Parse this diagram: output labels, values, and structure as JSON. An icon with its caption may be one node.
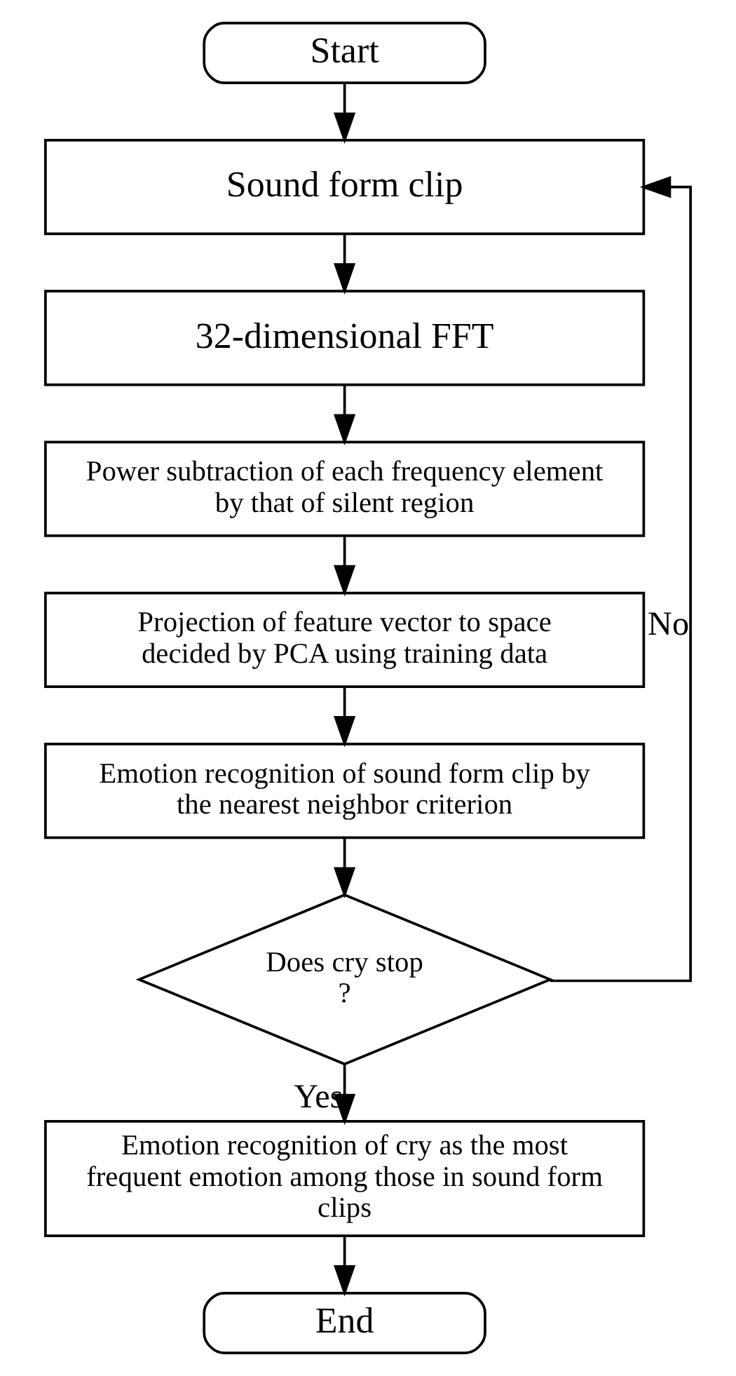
{
  "diagram": {
    "nodes": [
      {
        "text": [
          "Start"
        ]
      },
      {
        "text": [
          "Sound form clip"
        ]
      },
      {
        "text": [
          "32-dimensional FFT"
        ]
      },
      {
        "text": [
          "Power subtraction of each frequency element by that of silent region"
        ]
      },
      {
        "text": [
          "Projection of feature vector to space decided by PCA using training data"
        ]
      },
      {
        "text": [
          "Emotion recognition of sound form clip by the nearest neighbor criterion"
        ]
      },
      {
        "text": [
          "Does cry stop ?"
        ]
      },
      {
        "text": [
          "Emotion recognition of cry as the most frequent emotion among those in sound form clips"
        ]
      },
      {
        "text": [
          "End"
        ]
      }
    ],
    "edges": [
      {
        "from": 0,
        "to": 1,
        "arrow": "to"
      },
      {
        "from": 1,
        "to": 2,
        "arrow": "to"
      },
      {
        "from": 2,
        "to": 3,
        "arrow": "to"
      },
      {
        "from": 3,
        "to": 4,
        "arrow": "to"
      },
      {
        "from": 4,
        "to": 5,
        "arrow": "to"
      },
      {
        "from": 5,
        "to": 6,
        "arrow": "to"
      },
      {
        "from": 6,
        "to": 1,
        "label": "No",
        "arrow": "to"
      },
      {
        "from": 6,
        "to": 7,
        "label": "Yes",
        "arrow": "to"
      },
      {
        "from": 7,
        "to": 8,
        "arrow": "to"
      }
    ]
  }
}
